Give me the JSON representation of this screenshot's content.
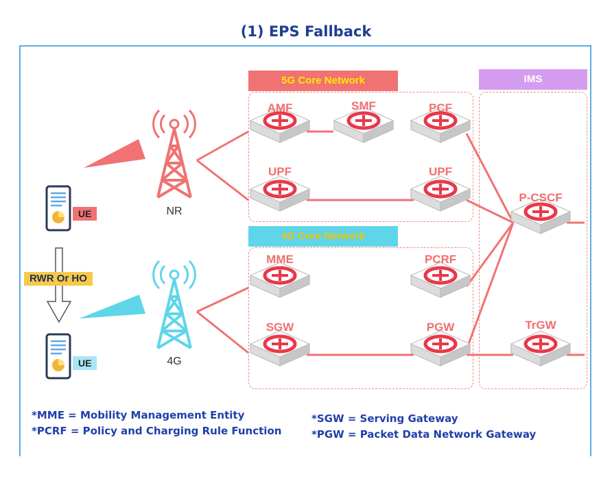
{
  "title": "(1) EPS Fallback",
  "groups": {
    "core5g": "5G Core Network",
    "core4g": "4G Core Network",
    "ims": "IMS"
  },
  "nodes": {
    "amf": "AMF",
    "smf": "SMF",
    "pcf": "PCF",
    "upf1": "UPF",
    "upf2": "UPF",
    "mme": "MME",
    "pcrf": "PCRF",
    "sgw": "SGW",
    "pgw": "PGW",
    "pcscf": "P-CSCF",
    "trgw": "TrGW"
  },
  "towers": {
    "nr": "NR",
    "lte": "4G"
  },
  "ue": {
    "top": "UE",
    "bottom": "UE"
  },
  "transition": "RWR Or HO",
  "footnotes": {
    "mme": "*MME = Mobility Management Entity",
    "pcrf": "*PCRF = Policy and Charging Rule Function",
    "sgw": "*SGW = Serving Gateway",
    "pgw": "*PGW = Packet Data Network Gateway"
  },
  "colors": {
    "red": "#f07272",
    "cyan": "#5fd5ea",
    "purple": "#d59df0",
    "title": "#1f3f8f",
    "frame": "#5aaee8",
    "tag_yellow": "#f7c948",
    "core5g_text": "#ffea00",
    "core4g_text": "#f2c400"
  }
}
